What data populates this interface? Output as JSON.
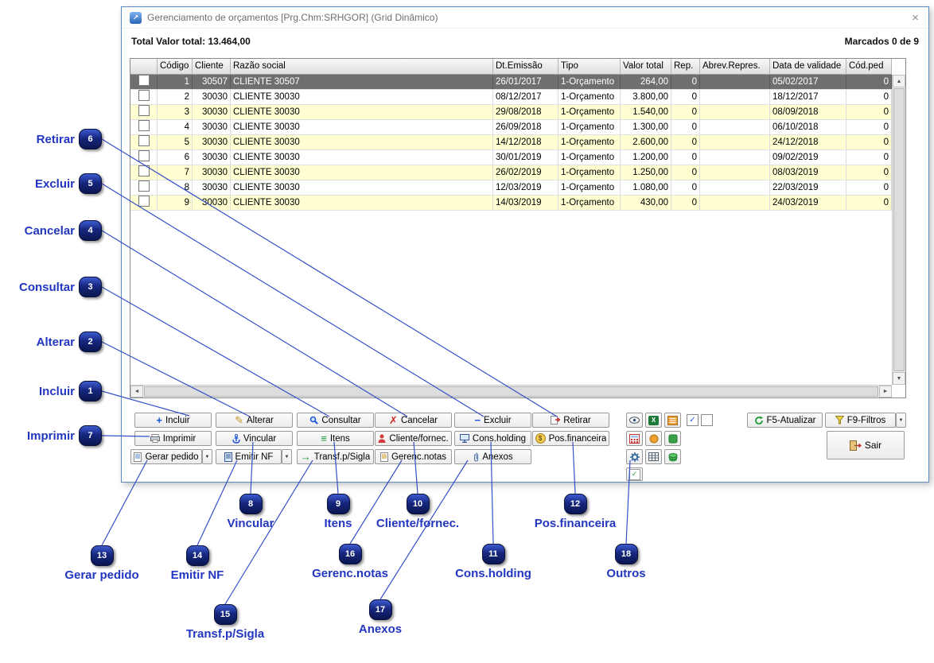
{
  "window": {
    "title": "Gerenciamento de orçamentos [Prg.Chm:SRHGOR] (Grid Dinâmico)",
    "close_glyph": "×"
  },
  "summary": {
    "total_label": "Total Valor total: 13.464,00",
    "marked_label": "Marcados 0 de 9"
  },
  "grid": {
    "columns": [
      {
        "key": "check",
        "label": ""
      },
      {
        "key": "codigo",
        "label": "Código"
      },
      {
        "key": "cliente",
        "label": "Cliente"
      },
      {
        "key": "razao",
        "label": "Razão social"
      },
      {
        "key": "emissao",
        "label": "Dt.Emissão"
      },
      {
        "key": "tipo",
        "label": "Tipo"
      },
      {
        "key": "valor",
        "label": "Valor total"
      },
      {
        "key": "rep",
        "label": "Rep."
      },
      {
        "key": "abrev",
        "label": "Abrev.Repres."
      },
      {
        "key": "validade",
        "label": "Data de validade"
      },
      {
        "key": "codped",
        "label": "Cód.ped"
      }
    ],
    "rows": [
      {
        "zebra": "selected",
        "codigo": "1",
        "cliente": "30507",
        "razao": "CLIENTE 30507",
        "emissao": "26/01/2017",
        "tipo": "1-Orçamento",
        "valor": "264,00",
        "rep": "0",
        "abrev": "",
        "validade": "05/02/2017",
        "codped": "0"
      },
      {
        "zebra": "white",
        "codigo": "2",
        "cliente": "30030",
        "razao": "CLIENTE 30030",
        "emissao": "08/12/2017",
        "tipo": "1-Orçamento",
        "valor": "3.800,00",
        "rep": "0",
        "abrev": "",
        "validade": "18/12/2017",
        "codped": "0"
      },
      {
        "zebra": "yellow",
        "codigo": "3",
        "cliente": "30030",
        "razao": "CLIENTE 30030",
        "emissao": "29/08/2018",
        "tipo": "1-Orçamento",
        "valor": "1.540,00",
        "rep": "0",
        "abrev": "",
        "validade": "08/09/2018",
        "codped": "0"
      },
      {
        "zebra": "white",
        "codigo": "4",
        "cliente": "30030",
        "razao": "CLIENTE 30030",
        "emissao": "26/09/2018",
        "tipo": "1-Orçamento",
        "valor": "1.300,00",
        "rep": "0",
        "abrev": "",
        "validade": "06/10/2018",
        "codped": "0"
      },
      {
        "zebra": "yellow",
        "codigo": "5",
        "cliente": "30030",
        "razao": "CLIENTE 30030",
        "emissao": "14/12/2018",
        "tipo": "1-Orçamento",
        "valor": "2.600,00",
        "rep": "0",
        "abrev": "",
        "validade": "24/12/2018",
        "codped": "0"
      },
      {
        "zebra": "white",
        "codigo": "6",
        "cliente": "30030",
        "razao": "CLIENTE 30030",
        "emissao": "30/01/2019",
        "tipo": "1-Orçamento",
        "valor": "1.200,00",
        "rep": "0",
        "abrev": "",
        "validade": "09/02/2019",
        "codped": "0"
      },
      {
        "zebra": "yellow",
        "codigo": "7",
        "cliente": "30030",
        "razao": "CLIENTE 30030",
        "emissao": "26/02/2019",
        "tipo": "1-Orçamento",
        "valor": "1.250,00",
        "rep": "0",
        "abrev": "",
        "validade": "08/03/2019",
        "codped": "0"
      },
      {
        "zebra": "white",
        "codigo": "8",
        "cliente": "30030",
        "razao": "CLIENTE 30030",
        "emissao": "12/03/2019",
        "tipo": "1-Orçamento",
        "valor": "1.080,00",
        "rep": "0",
        "abrev": "",
        "validade": "22/03/2019",
        "codped": "0"
      },
      {
        "zebra": "yellow",
        "codigo": "9",
        "cliente": "30030",
        "razao": "CLIENTE 30030",
        "emissao": "14/03/2019",
        "tipo": "1-Orçamento",
        "valor": "430,00",
        "rep": "0",
        "abrev": "",
        "validade": "24/03/2019",
        "codped": "0"
      }
    ]
  },
  "toolbar": {
    "incluir": "Incluir",
    "alterar": "Alterar",
    "consultar": "Consultar",
    "cancelar": "Cancelar",
    "excluir": "Excluir",
    "retirar": "Retirar",
    "imprimir": "Imprimir",
    "vincular": "Vincular",
    "itens": "Itens",
    "cliente_fornec": "Cliente/fornec.",
    "cons_holding": "Cons.holding",
    "pos_financeira": "Pos.financeira",
    "gerar_pedido": "Gerar pedido",
    "emitir_nf": "Emitir NF",
    "transf_sigla": "Transf.p/Sigla",
    "gerenc_notas": "Gerenc.notas",
    "anexos": "Anexos",
    "f5_atualizar": "F5-Atualizar",
    "f9_filtros": "F9-Filtros",
    "sair": "Sair"
  },
  "icons": {
    "app": "↗",
    "plus": "+",
    "pencil": "✎",
    "cancel": "✗",
    "minus": "−",
    "list": "≡",
    "arrow_right": "→",
    "dollar": "$",
    "check": "✓",
    "up_arrow": "▲",
    "down_arrow": "▼",
    "left_arrow": "◄",
    "right_arrow": "►",
    "dropdown": "▼",
    "excel_x": "X"
  },
  "callouts": {
    "left": [
      {
        "num": "6",
        "label": "Retirar"
      },
      {
        "num": "5",
        "label": "Excluir"
      },
      {
        "num": "4",
        "label": "Cancelar"
      },
      {
        "num": "3",
        "label": "Consultar"
      },
      {
        "num": "2",
        "label": "Alterar"
      },
      {
        "num": "1",
        "label": "Incluir"
      },
      {
        "num": "7",
        "label": "Imprimir"
      }
    ],
    "bottom": [
      {
        "num": "8",
        "label": "Vincular"
      },
      {
        "num": "9",
        "label": "Itens"
      },
      {
        "num": "10",
        "label": "Cliente/fornec."
      },
      {
        "num": "12",
        "label": "Pos.financeira"
      },
      {
        "num": "11",
        "label": "Cons.holding"
      },
      {
        "num": "16",
        "label": "Gerenc.notas"
      },
      {
        "num": "13",
        "label": "Gerar pedido"
      },
      {
        "num": "14",
        "label": "Emitir NF"
      },
      {
        "num": "18",
        "label": "Outros"
      },
      {
        "num": "15",
        "label": "Transf.p/Sigla"
      },
      {
        "num": "17",
        "label": "Anexos"
      }
    ]
  },
  "colors": {
    "callout_blue": "#2236c0",
    "badge_navy": "#0b1f66",
    "row_yellow": "#ffffd2",
    "selected_gray": "#6f6f6f"
  }
}
